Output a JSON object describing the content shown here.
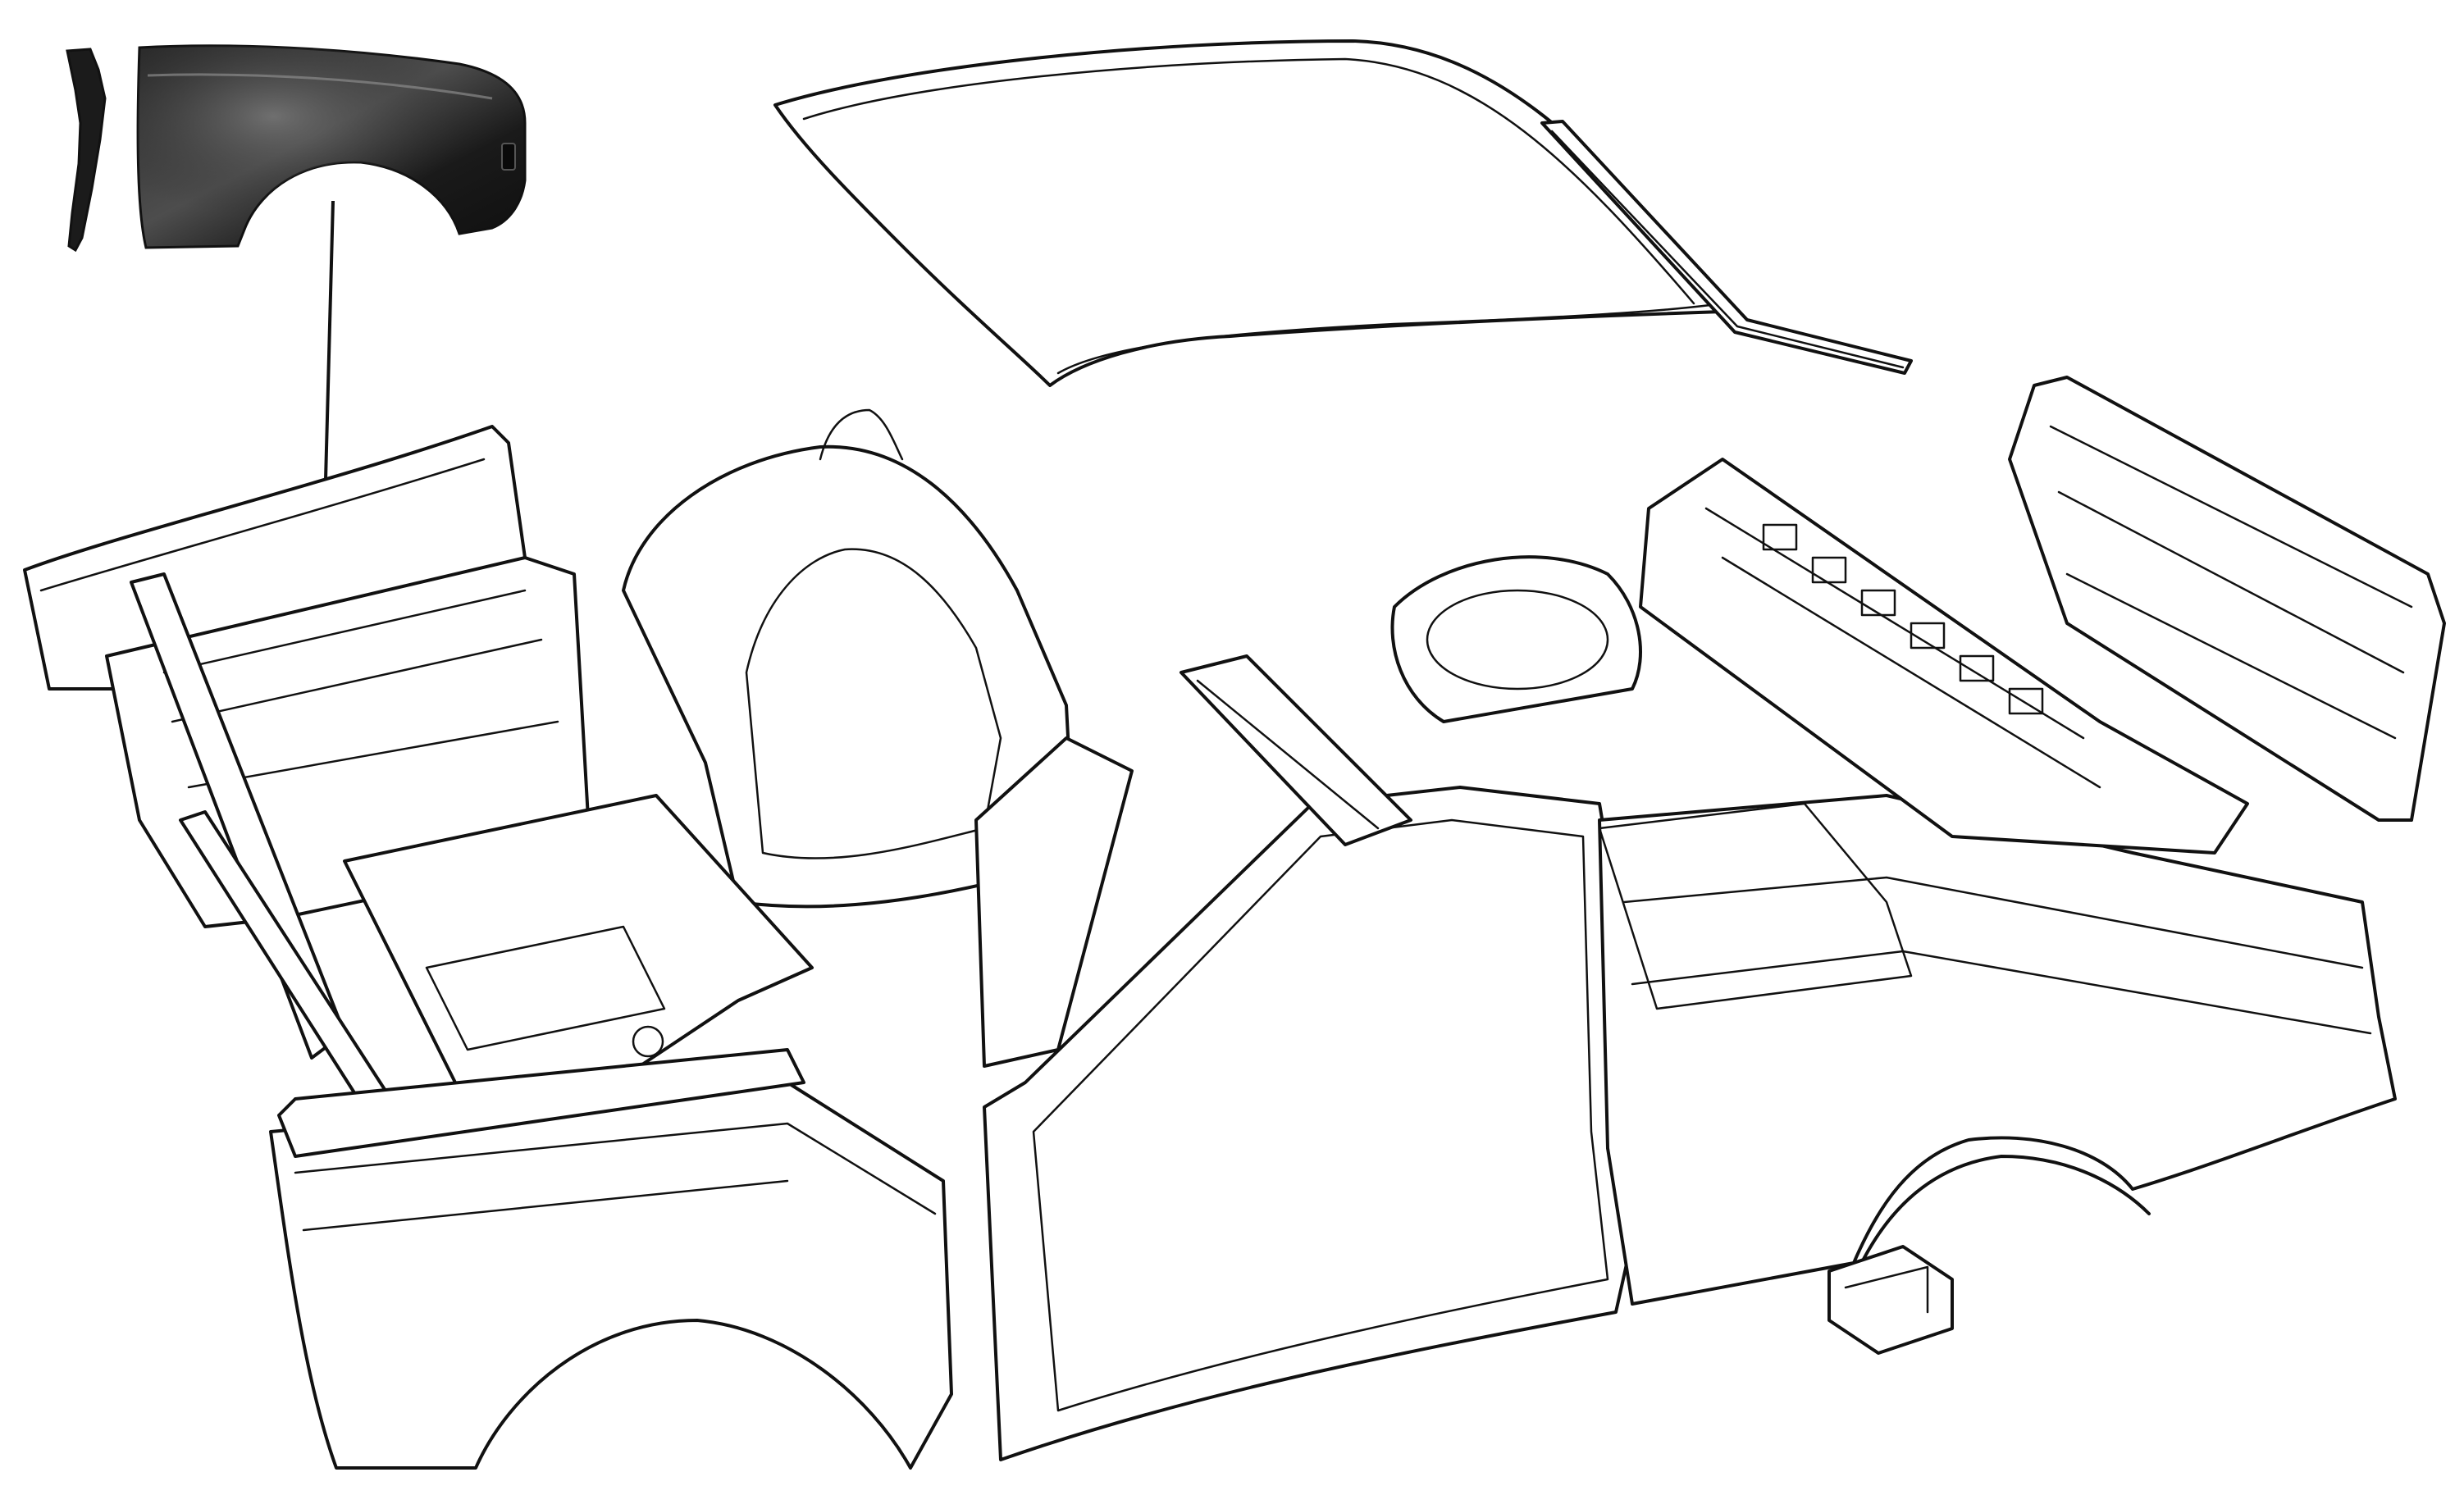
{
  "diagram": {
    "type": "exploded-view line illustration",
    "colors": {
      "line": "#111111",
      "background": "#ffffff",
      "panel_photo_dark": "#1b1b1b",
      "panel_photo_highlight": "#5a5a5a"
    },
    "parts": [
      {
        "name": "front-wing-panel-photo"
      },
      {
        "name": "leader-line"
      },
      {
        "name": "roof-panel"
      },
      {
        "name": "roof-drip-rail"
      },
      {
        "name": "windscreen-frame"
      },
      {
        "name": "front-inner-wing-assembly"
      },
      {
        "name": "front-wing-panel"
      },
      {
        "name": "front-floor-pan"
      },
      {
        "name": "door-aperture-side-frame"
      },
      {
        "name": "rear-quarter-panel"
      },
      {
        "name": "rear-wheel-arch"
      },
      {
        "name": "boot-floor-assembly"
      },
      {
        "name": "rear-valance-panel"
      },
      {
        "name": "rear-suspension-bracket"
      },
      {
        "name": "spare-wheel-well"
      },
      {
        "name": "centre-crossmember"
      }
    ]
  }
}
